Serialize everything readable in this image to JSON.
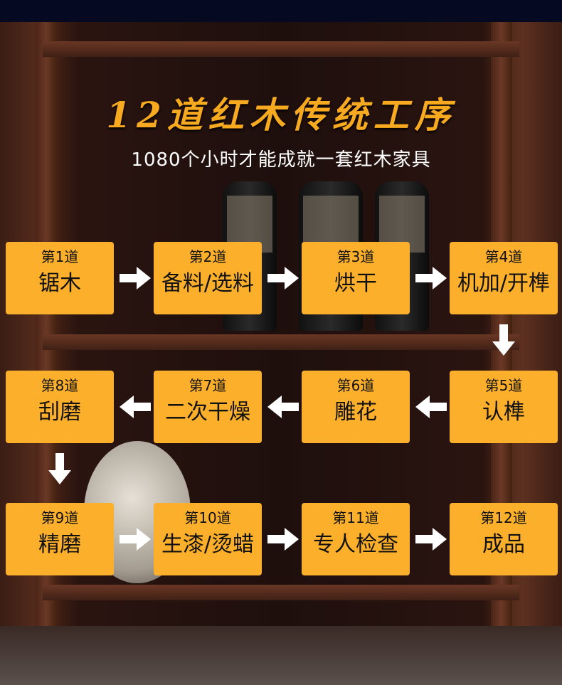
{
  "title": "12道红木传统工序",
  "subtitle": "1080个小时才能成就一套红木家具",
  "steps": [
    {
      "num": "第1道",
      "label": "锯木"
    },
    {
      "num": "第2道",
      "label": "备料/选料"
    },
    {
      "num": "第3道",
      "label": "烘干"
    },
    {
      "num": "第4道",
      "label": "机加/开榫"
    },
    {
      "num": "第5道",
      "label": "认榫"
    },
    {
      "num": "第6道",
      "label": "雕花"
    },
    {
      "num": "第7道",
      "label": "二次干燥"
    },
    {
      "num": "第8道",
      "label": "刮磨"
    },
    {
      "num": "第9道",
      "label": "精磨"
    },
    {
      "num": "第10道",
      "label": "生漆/烫蜡"
    },
    {
      "num": "第11道",
      "label": "专人检查"
    },
    {
      "num": "第12道",
      "label": "成品"
    }
  ],
  "colors": {
    "accent": "#fbaf2a",
    "title": "#f7a91f"
  }
}
